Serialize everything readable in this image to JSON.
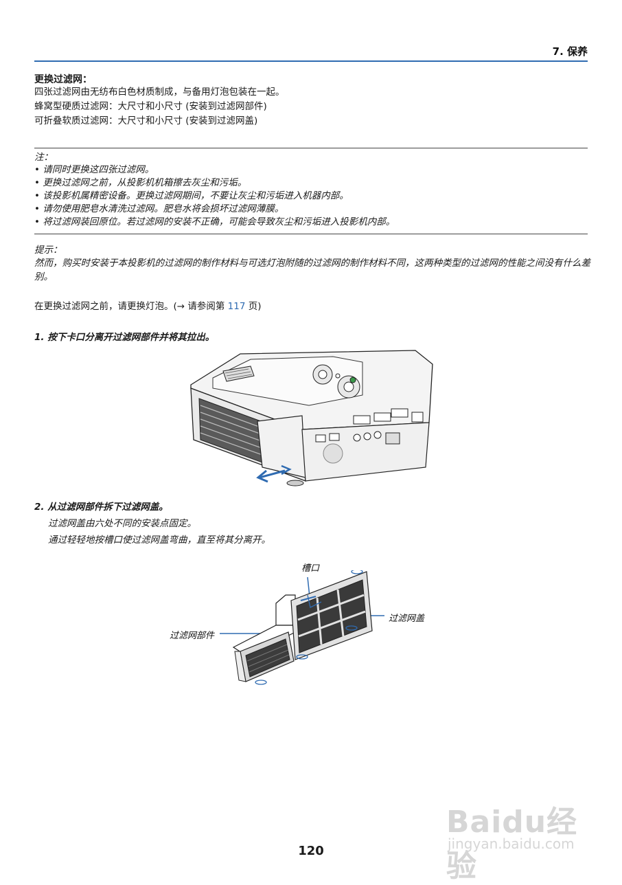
{
  "header": {
    "chapter": "7. 保养"
  },
  "section": {
    "heading": "更换过滤网：",
    "lines": [
      "四张过滤网由无纺布白色材质制成，与备用灯泡包装在一起。",
      "蜂窝型硬质过滤网：大尺寸和小尺寸 (安装到过滤网部件)",
      "可折叠软质过滤网：大尺寸和小尺寸 (安装到过滤网盖)"
    ]
  },
  "note": {
    "label": "注：",
    "items": [
      "请同时更换这四张过滤网。",
      "更换过滤网之前，从投影机机箱擦去灰尘和污垢。",
      "该投影机属精密设备。更换过滤网期间，不要让灰尘和污垢进入机器内部。",
      "请勿使用肥皂水清洗过滤网。肥皂水将会损坏过滤网薄膜。",
      "将过滤网装回原位。若过滤网的安装不正确，可能会导致灰尘和污垢进入投影机内部。"
    ]
  },
  "tip": {
    "label": "提示：",
    "text": "然而，购买时安装于本投影机的过滤网的制作材料与可选灯泡附随的过滤网的制作材料不同，这两种类型的过滤网的性能之间没有什么差别。"
  },
  "reference": {
    "before": "在更换过滤网之前，请更换灯泡。(→ 请参阅第 ",
    "page": "117",
    "after": " 页)"
  },
  "steps": [
    {
      "number": "1.",
      "title": "按下卡口分离开过滤网部件并将其拉出。"
    },
    {
      "number": "2.",
      "title": "从过滤网部件拆下过滤网盖。",
      "details": [
        "过滤网盖由六处不同的安装点固定。",
        "通过轻轻地按槽口使过滤网盖弯曲，直至将其分离开。"
      ]
    }
  ],
  "figure2": {
    "label_slot": "槽口",
    "label_cover": "过滤网盖",
    "label_unit": "过滤网部件"
  },
  "footer": {
    "page_number": "120"
  },
  "watermark": {
    "main": "Baidu经验",
    "sub": "jingyan.baidu.com"
  },
  "colors": {
    "accent": "#2f6bb1"
  }
}
